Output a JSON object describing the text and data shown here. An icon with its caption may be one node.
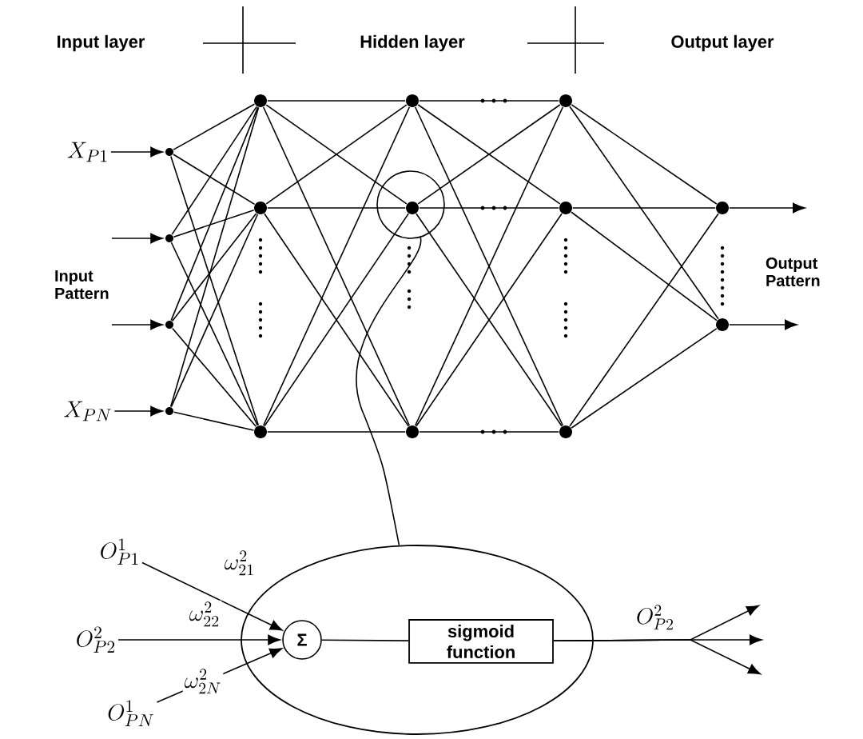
{
  "diagram": {
    "nodes": [
      {
        "text": [
          "X_{P1}"
        ]
      },
      {
        "text": [
          "X_{PN}"
        ]
      },
      {
        "text": [],
        "shape": "circle"
      },
      {
        "text": [],
        "shape": "circle"
      },
      {
        "text": [],
        "shape": "circle"
      },
      {
        "text": [],
        "shape": "circle"
      },
      {
        "text": [],
        "shape": "circle"
      },
      {
        "text": [],
        "shape": "circle"
      },
      {
        "text": [],
        "shape": "circle"
      },
      {
        "text": [],
        "shape": "circle"
      },
      {
        "text": [],
        "shape": "circle"
      },
      {
        "text": [],
        "shape": "circle",
        "in": 9
      },
      {
        "text": [],
        "shape": "circle"
      },
      {
        "text": [],
        "shape": "circle"
      },
      {
        "text": [],
        "shape": "circle"
      },
      {
        "text": [],
        "shape": "circle"
      },
      {
        "text": [],
        "shape": "circle"
      },
      {
        "text": [],
        "shape": "circle"
      },
      {
        "text": [
          "O^{1}_{P1}"
        ]
      },
      {
        "text": [
          "O^{2}_{P2}"
        ]
      },
      {
        "text": [
          "O^{1}_{PN}"
        ]
      },
      {
        "text": [],
        "shape": "ellipse"
      },
      {
        "text": [
          "Σ"
        ],
        "in": 21
      },
      {
        "text": [
          "sigmoid function"
        ],
        "in": 21
      }
    ],
    "edges": [
      {
        "from": 0,
        "to": 2,
        "arrow": "to"
      },
      {
        "from": null,
        "to": 3,
        "arrow": "to"
      },
      {
        "from": null,
        "to": 4,
        "arrow": "to"
      },
      {
        "from": 1,
        "to": 5,
        "arrow": "to"
      },
      {
        "from": 2,
        "to": 6,
        "arrow": "none"
      },
      {
        "from": 2,
        "to": 7,
        "arrow": "none"
      },
      {
        "from": 2,
        "to": 8,
        "arrow": "none"
      },
      {
        "from": 3,
        "to": 6,
        "arrow": "none"
      },
      {
        "from": 3,
        "to": 7,
        "arrow": "none"
      },
      {
        "from": 3,
        "to": 8,
        "arrow": "none"
      },
      {
        "from": 4,
        "to": 6,
        "arrow": "none"
      },
      {
        "from": 4,
        "to": 7,
        "arrow": "none"
      },
      {
        "from": 4,
        "to": 8,
        "arrow": "none"
      },
      {
        "from": 5,
        "to": 6,
        "arrow": "none"
      },
      {
        "from": 5,
        "to": 7,
        "arrow": "none"
      },
      {
        "from": 5,
        "to": 8,
        "arrow": "none"
      },
      {
        "from": 6,
        "to": 10,
        "arrow": "none"
      },
      {
        "from": 6,
        "to": 11,
        "arrow": "none"
      },
      {
        "from": 6,
        "to": 12,
        "arrow": "none"
      },
      {
        "from": 7,
        "to": 10,
        "arrow": "none"
      },
      {
        "from": 7,
        "to": 11,
        "arrow": "none"
      },
      {
        "from": 7,
        "to": 12,
        "arrow": "none"
      },
      {
        "from": 8,
        "to": 10,
        "arrow": "none"
      },
      {
        "from": 8,
        "to": 11,
        "arrow": "none"
      },
      {
        "from": 8,
        "to": 12,
        "arrow": "none"
      },
      {
        "from": 10,
        "to": 13,
        "arrow": "none"
      },
      {
        "from": 10,
        "to": 14,
        "arrow": "none"
      },
      {
        "from": 10,
        "to": 15,
        "arrow": "none"
      },
      {
        "from": 11,
        "to": 13,
        "arrow": "none"
      },
      {
        "from": 11,
        "to": 14,
        "arrow": "none"
      },
      {
        "from": 11,
        "to": 15,
        "arrow": "none"
      },
      {
        "from": 12,
        "to": 13,
        "arrow": "none"
      },
      {
        "from": 12,
        "to": 14,
        "arrow": "none"
      },
      {
        "from": 12,
        "to": 15,
        "arrow": "none"
      },
      {
        "from": 13,
        "to": 16,
        "arrow": "none"
      },
      {
        "from": 13,
        "to": 17,
        "arrow": "none"
      },
      {
        "from": 14,
        "to": 16,
        "arrow": "none"
      },
      {
        "from": 14,
        "to": 17,
        "arrow": "none"
      },
      {
        "from": 15,
        "to": 16,
        "arrow": "none"
      },
      {
        "from": 15,
        "to": 17,
        "arrow": "none"
      },
      {
        "from": 16,
        "to": null,
        "arrow": "to"
      },
      {
        "from": 17,
        "to": null,
        "arrow": "to"
      },
      {
        "from": 9,
        "to": 21,
        "arrow": "none"
      },
      {
        "from": 18,
        "to": 22,
        "arrow": "to",
        "label": "\\omega^{2}_{21}"
      },
      {
        "from": 19,
        "to": 22,
        "arrow": "to",
        "label": "\\omega^{2}_{22}"
      },
      {
        "from": 20,
        "to": 22,
        "arrow": "to",
        "label": "\\omega^{2}_{2N}"
      },
      {
        "from": 22,
        "to": 23,
        "arrow": "none"
      },
      {
        "from": 23,
        "to": null,
        "arrow": "to"
      },
      {
        "from": 23,
        "to": null,
        "arrow": "to",
        "label": "O^{2}_{P2}"
      },
      {
        "from": 23,
        "to": null,
        "arrow": "to"
      }
    ],
    "labels": [
      "Input layer",
      "Hidden layer",
      "Output layer",
      "Input Pattern",
      "Output Pattern"
    ]
  }
}
